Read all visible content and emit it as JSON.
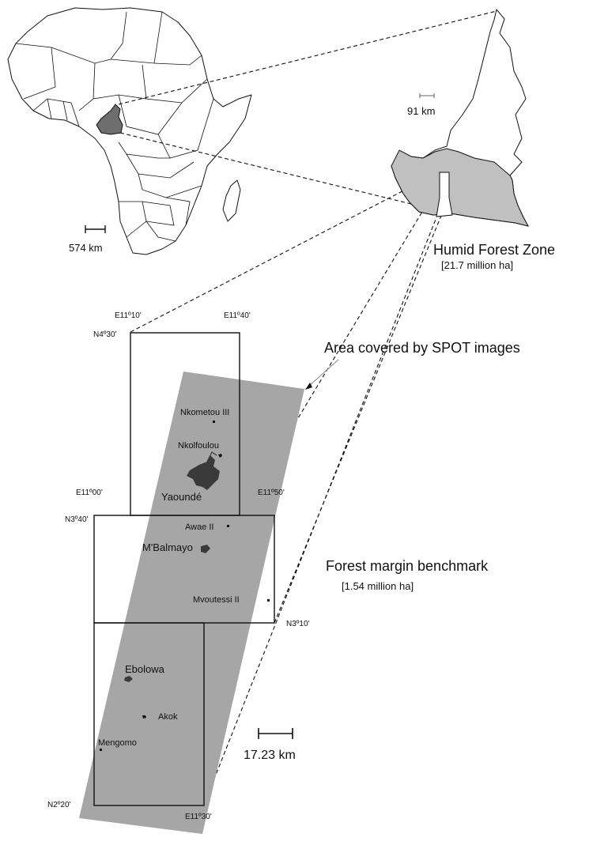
{
  "africa_scale_label": "574 km",
  "cameroon_scale_label": "91 km",
  "humid_forest": {
    "title": "Humid Forest Zone",
    "area": "[21.7 million ha]"
  },
  "spot_label": "Area covered by SPOT images",
  "benchmark": {
    "title": "Forest margin benchmark",
    "area": "[1.54 million ha]"
  },
  "detail_scale_label": "17.23 km",
  "coordinates": {
    "e1110": "E11º10'",
    "e1140": "E11º40'",
    "n430": "N4º30'",
    "e1100": "E11º00'",
    "e1150": "E11º50'",
    "n340": "N3º40'",
    "n310": "N3º10'",
    "n220": "N2º20'",
    "e1130": "E11º30'"
  },
  "places": {
    "nkometou": "Nkometou III",
    "nkolfoulou": "Nkolfoulou",
    "yaounde": "Yaoundé",
    "awae": "Awae II",
    "mbalmayo": "M'Balmayo",
    "mvoutessi": "Mvoutessi II",
    "ebolowa": "Ebolowa",
    "akok": "Akok",
    "mengomo": "Mengomo"
  },
  "colors": {
    "cameroon_highlight": "#6e6e6e",
    "humid_forest_fill": "#c0c0c0",
    "spot_swath": "#a6a6a6",
    "urban": "#3a3a3a"
  }
}
